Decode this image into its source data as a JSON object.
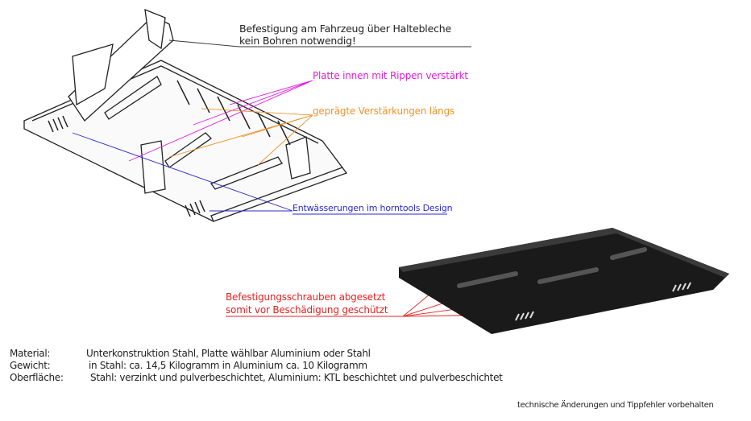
{
  "annotations": {
    "mount_line1": "Befestigung am Fahrzeug über Haltebleche",
    "mount_line2": "kein Bohren notwendig!",
    "ribs": "Platte innen mit Rippen verstärkt",
    "embossed": "geprägte Verstärkungen längs",
    "drainage": "Entwässerungen im horntools Design",
    "screws_line1": "Befestigungsschrauben abgesetzt",
    "screws_line2": "somit vor Beschädigung geschützt"
  },
  "colors": {
    "ribs": "#e21ee0",
    "embossed": "#f0922a",
    "drainage": "#2a2ad0",
    "screws": "#e52222",
    "plate": "#1a1a1a"
  },
  "specs": [
    {
      "key": "Material:",
      "value": "Unterkonstruktion Stahl, Platte wählbar Aluminium oder Stahl"
    },
    {
      "key": "Gewicht:",
      "value": "in Stahl: ca. 14,5 Kilogramm in Aluminium ca. 10 Kilogramm"
    },
    {
      "key": "Oberfläche:",
      "value": "Stahl: verzinkt und pulverbeschichtet, Aluminium: KTL beschichtet und pulverbeschichtet"
    }
  ],
  "disclaimer": "technische Änderungen und Tippfehler  vorbehalten"
}
